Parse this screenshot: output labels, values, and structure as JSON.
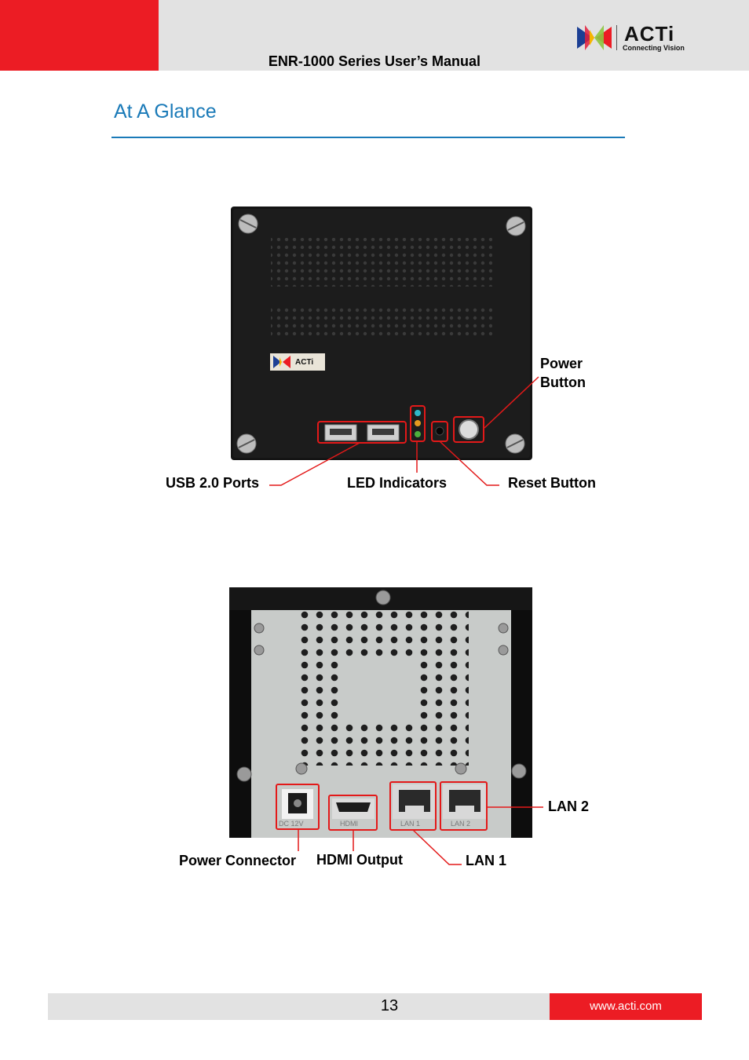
{
  "header": {
    "manual_title": "ENR-1000 Series User’s Manual",
    "logo_text": "ACTi",
    "logo_tagline": "Connecting Vision",
    "brand_red": "#ec1c24",
    "bar_gray": "#e2e2e2"
  },
  "section": {
    "title": "At A Glance",
    "accent": "#1a7ab8"
  },
  "front_panel": {
    "device_logo_text": "ACTi",
    "callouts": {
      "power_button": [
        "Power",
        "Button"
      ],
      "usb_ports": "USB 2.0 Ports",
      "led_indicators": "LED Indicators",
      "reset_button": "Reset Button"
    }
  },
  "rear_panel": {
    "port_labels": {
      "dc": "DC 12V",
      "hdmi": "HDMI",
      "lan1": "LAN 1",
      "lan2": "LAN 2"
    },
    "callouts": {
      "lan2": "LAN 2",
      "power_connector": "Power Connector",
      "hdmi_output": "HDMI Output",
      "lan1": "LAN 1"
    }
  },
  "footer": {
    "page_number": "13",
    "url": "www.acti.com"
  }
}
